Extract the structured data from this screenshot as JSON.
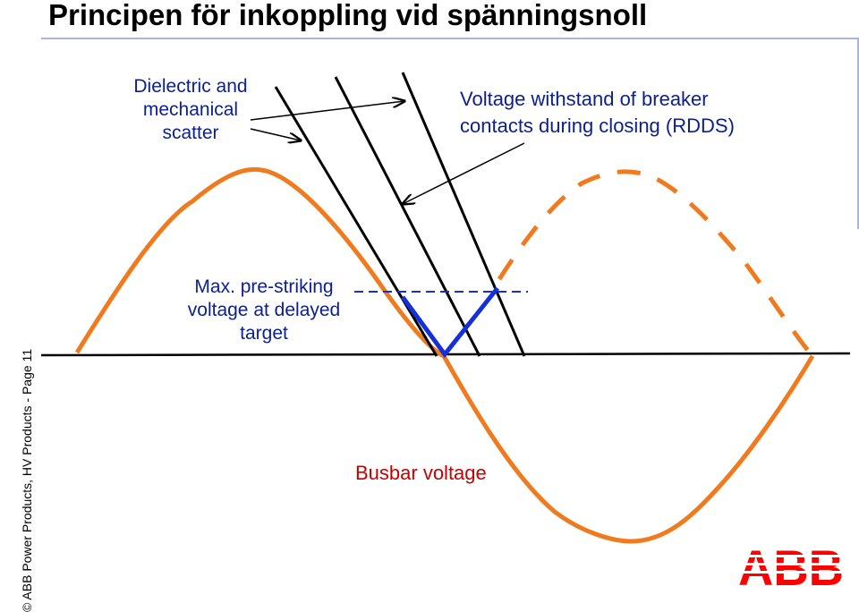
{
  "slide": {
    "title": "Principen för inkoppling vid spänningsnoll",
    "footer": "© ABB Power Products, HV Products - Page 11"
  },
  "labels": {
    "scatter": [
      "Dielectric and",
      "mechanical",
      "scatter"
    ],
    "withstand": [
      "Voltage withstand of breaker",
      "contacts during closing (RDDS)"
    ],
    "prestrike": [
      "Max. pre-striking",
      "voltage at delayed",
      "target"
    ],
    "busbar": "Busbar voltage"
  },
  "logo": {
    "text": "ABB",
    "color": "#ff0000"
  },
  "colors": {
    "busbar_curve": "#f07a1e",
    "rdds_lines": "#000000",
    "prestrike_path": "#1530d8",
    "label_text": "#0b1f8f",
    "busbar_label": "#c80000"
  }
}
